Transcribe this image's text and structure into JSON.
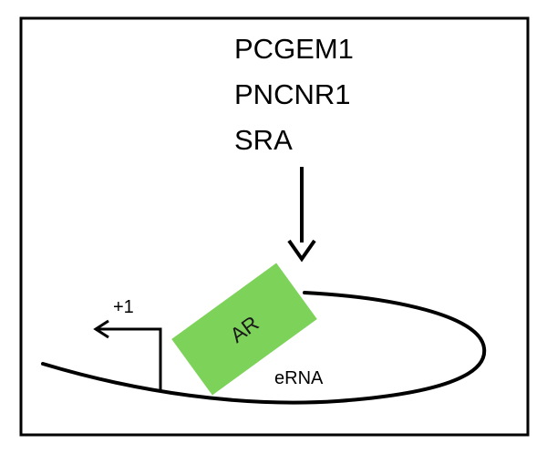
{
  "colors": {
    "background": "#ffffff",
    "frame": "#000000",
    "receptor_fill": "#7dd35a",
    "line": "#000000"
  },
  "lncrnas": [
    "PCGEM1",
    "PNCNR1",
    "SRA"
  ],
  "receptor": {
    "label": "AR"
  },
  "tss": {
    "label": "+1"
  },
  "transcript": {
    "label": "eRNA"
  }
}
